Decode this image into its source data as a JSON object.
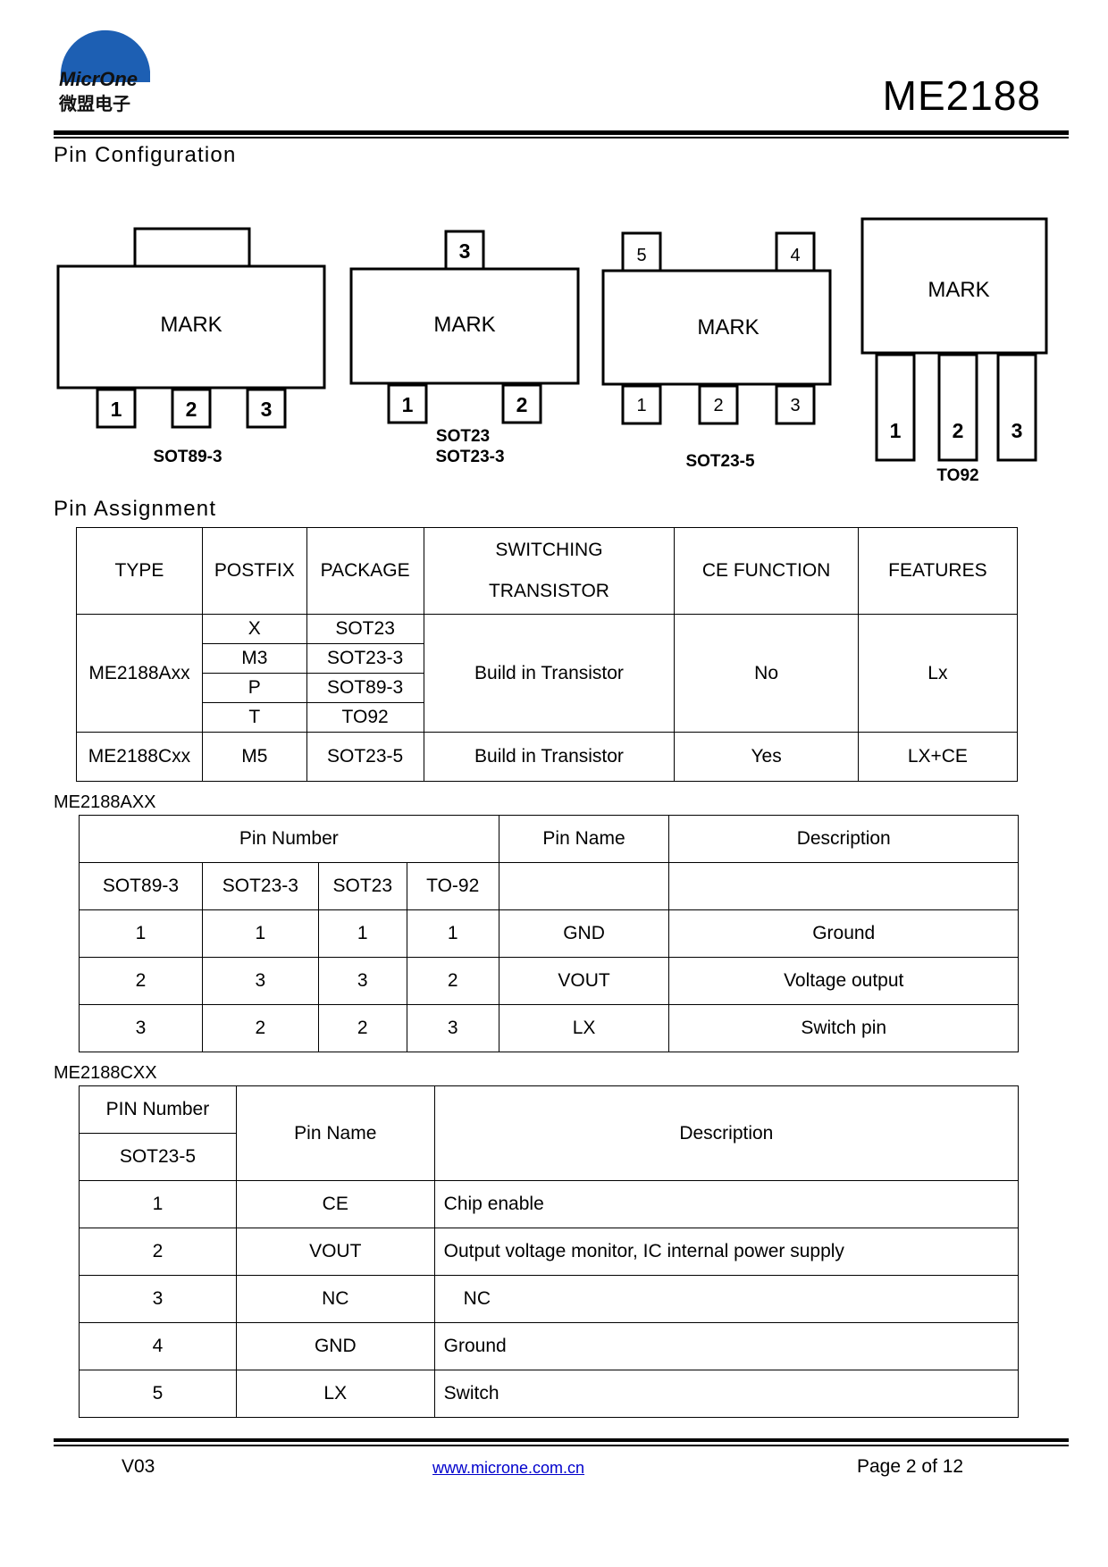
{
  "header": {
    "logo_text": "MicrOne",
    "logo_cn": "微盟电子",
    "doc_title": "ME2188"
  },
  "sections": {
    "pin_config": "Pin Configuration",
    "pin_assignment": "Pin Assignment",
    "axx_label": "ME2188AXX",
    "cxx_label": "ME2188CXX"
  },
  "packages": {
    "mark": "MARK",
    "sot89": {
      "name": "SOT89-3",
      "pins": [
        "1",
        "2",
        "3"
      ]
    },
    "sot23": {
      "name1": "SOT23",
      "name2": "SOT23-3",
      "pins": [
        "1",
        "2",
        "3"
      ]
    },
    "sot235": {
      "name": "SOT23-5",
      "pins": [
        "1",
        "2",
        "3",
        "4",
        "5"
      ]
    },
    "to92": {
      "name": "TO92",
      "pins": [
        "1",
        "2",
        "3"
      ]
    }
  },
  "assign_table": {
    "headers": {
      "type": "TYPE",
      "postfix": "POSTFIX",
      "package": "PACKAGE",
      "switch1": "SWITCHING",
      "switch2": "TRANSISTOR",
      "ce": "CE FUNCTION",
      "features": "FEATURES"
    },
    "row_a": {
      "type": "ME2188Axx",
      "switch": "Build in Transistor",
      "ce": "No",
      "features": "Lx",
      "variants": [
        {
          "postfix": "X",
          "package": "SOT23"
        },
        {
          "postfix": "M3",
          "package": "SOT23-3"
        },
        {
          "postfix": "P",
          "package": "SOT89-3"
        },
        {
          "postfix": "T",
          "package": "TO92"
        }
      ]
    },
    "row_c": {
      "type": "ME2188Cxx",
      "postfix": "M5",
      "package": "SOT23-5",
      "switch": "Build in Transistor",
      "ce": "Yes",
      "features": "LX+CE"
    }
  },
  "axx_table": {
    "headers": {
      "pin_number": "Pin Number",
      "pin_name": "Pin Name",
      "description": "Description"
    },
    "subheaders": [
      "SOT89-3",
      "SOT23-3",
      "SOT23",
      "TO-92"
    ],
    "rows": [
      {
        "c1": "1",
        "c2": "1",
        "c3": "1",
        "c4": "1",
        "name": "GND",
        "desc": "Ground"
      },
      {
        "c1": "2",
        "c2": "3",
        "c3": "3",
        "c4": "2",
        "name": "VOUT",
        "desc": "Voltage output"
      },
      {
        "c1": "3",
        "c2": "2",
        "c3": "2",
        "c4": "3",
        "name": "LX",
        "desc": "Switch pin"
      }
    ]
  },
  "cxx_table": {
    "headers": {
      "pin_number": "PIN Number",
      "package": "SOT23-5",
      "pin_name": "Pin Name",
      "description": "Description"
    },
    "rows": [
      {
        "pin": "1",
        "name": "CE",
        "desc": "Chip enable"
      },
      {
        "pin": "2",
        "name": "VOUT",
        "desc": "Output voltage monitor, IC internal power supply"
      },
      {
        "pin": "3",
        "name": "NC",
        "desc": "NC"
      },
      {
        "pin": "4",
        "name": "GND",
        "desc": "Ground"
      },
      {
        "pin": "5",
        "name": "LX",
        "desc": "Switch"
      }
    ]
  },
  "footer": {
    "version": "V03",
    "url": "www.microne.com.cn",
    "page": "Page 2 of 12"
  }
}
